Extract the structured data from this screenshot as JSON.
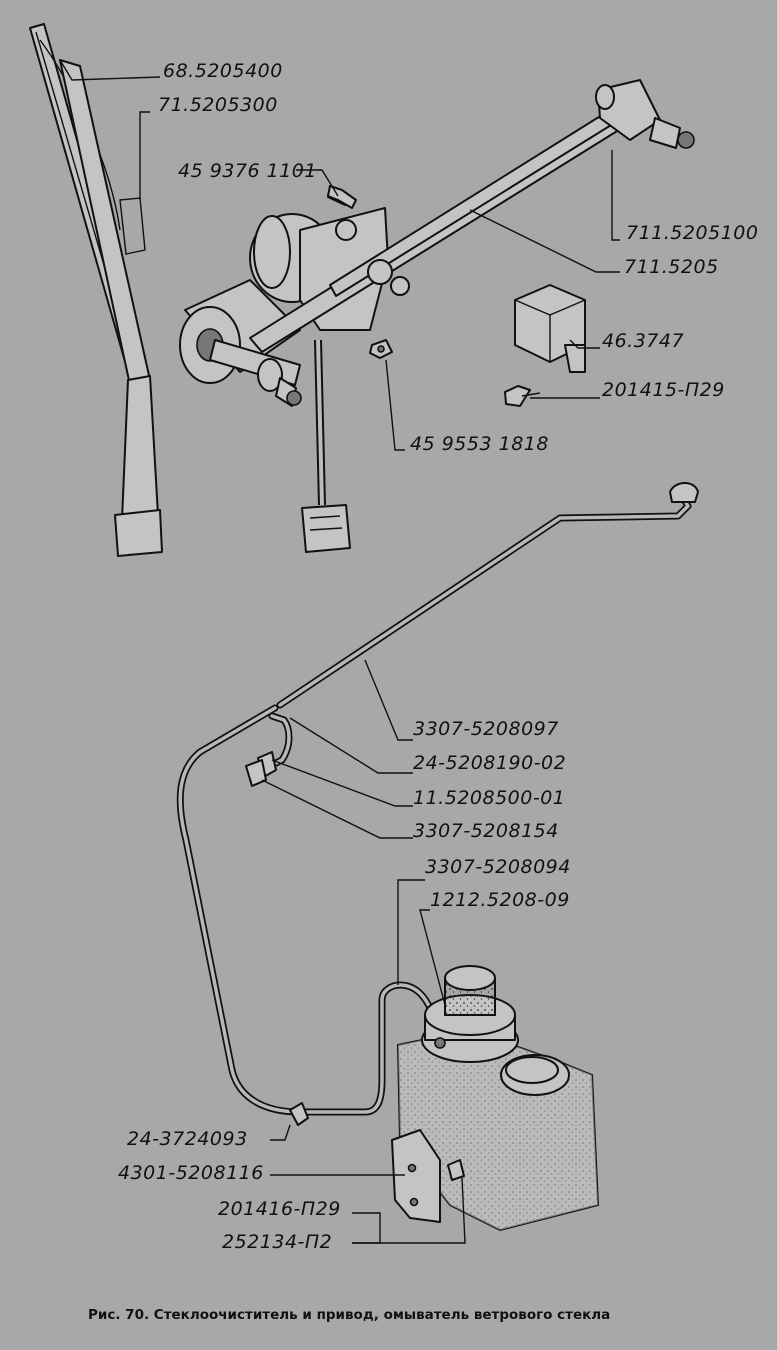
{
  "labels": [
    {
      "id": "lbl-1",
      "text": "68.5205400"
    },
    {
      "id": "lbl-2",
      "text": "71.5205300"
    },
    {
      "id": "lbl-3",
      "text": "45 9376 1101"
    },
    {
      "id": "lbl-4",
      "text": "711.5205100"
    },
    {
      "id": "lbl-5",
      "text": "711.5205"
    },
    {
      "id": "lbl-6",
      "text": "46.3747"
    },
    {
      "id": "lbl-7",
      "text": "201415-П29"
    },
    {
      "id": "lbl-8",
      "text": "45 9553 1818"
    },
    {
      "id": "lbl-9",
      "text": "3307-5208097"
    },
    {
      "id": "lbl-10",
      "text": "24-5208190-02"
    },
    {
      "id": "lbl-11",
      "text": "11.5208500-01"
    },
    {
      "id": "lbl-12",
      "text": "3307-5208154"
    },
    {
      "id": "lbl-13",
      "text": "3307-5208094"
    },
    {
      "id": "lbl-14",
      "text": "1212.5208-09"
    },
    {
      "id": "lbl-15",
      "text": "24-3724093"
    },
    {
      "id": "lbl-16",
      "text": "4301-5208116"
    },
    {
      "id": "lbl-17",
      "text": "201416-П29"
    },
    {
      "id": "lbl-18",
      "text": "252134-П2"
    }
  ],
  "caption": "Рис. 70. Стеклоочиститель и привод, омыватель ветрового стекла"
}
